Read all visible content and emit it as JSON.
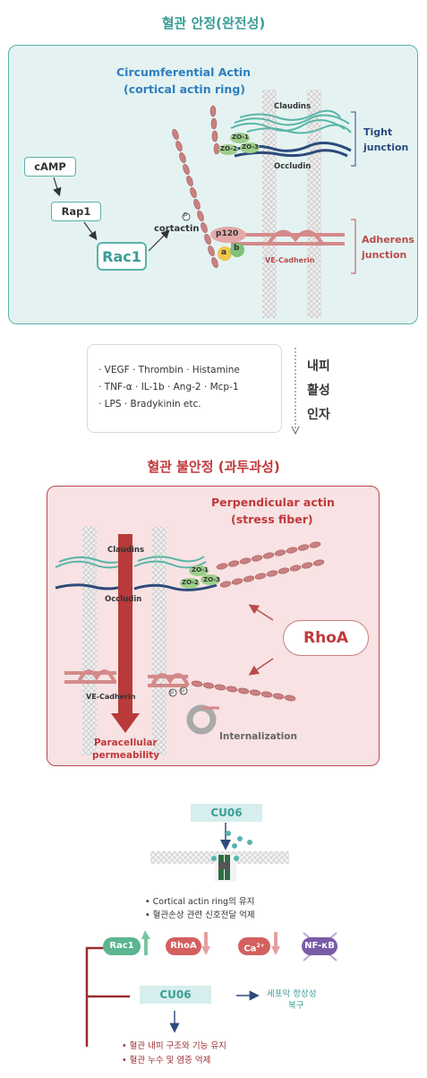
{
  "top": {
    "title": "혈관 안정(완전성)",
    "actin_title_1": "Circumferential Actin",
    "actin_title_2": "(cortical actin ring)",
    "camp": "cAMP",
    "rap1": "Rap1",
    "rac1": "Rac1",
    "cortactin": "cortactin",
    "p": "p",
    "claudins": "Claudins",
    "zo1": "ZO-1",
    "zo2": "ZO-2",
    "zo3": "ZO-3",
    "occludin": "Occludin",
    "tight_1": "Tight",
    "tight_2": "junction",
    "p120": "p120",
    "alpha": "a",
    "beta": "b",
    "vecad": "VE-Cadherin",
    "adherens_1": "Adherens",
    "adherens_2": "junction"
  },
  "factors": {
    "line1": "· VEGF  · Thrombin  · Histamine",
    "line2": "· TNF-α  · IL-1b  · Ang-2  · Mcp-1",
    "line3": "· LPS  · Bradykinin  etc.",
    "side_1": "내피",
    "side_2": "활성",
    "side_3": "인자"
  },
  "mid": {
    "title": "혈관 불안정 (과투과성)",
    "actin_title_1": "Perpendicular  actin",
    "actin_title_2": "(stress fiber)",
    "claudins": "Claudins",
    "zo1": "ZO-1",
    "zo2": "ZO-2",
    "zo3": "ZO-3",
    "occludin": "Occludin",
    "rhoa": "RhoA",
    "vecad": "VE-Cadherin",
    "p": "p",
    "internalization": "Internalization",
    "para_1": "Paracellular",
    "para_2": "permeability"
  },
  "bottom": {
    "cu06_top": "CU06",
    "bullet1": "• Cortical actin ring의 유지",
    "bullet2": "• 혈관손상 관련 신호전달 억제",
    "rac1": "Rac1",
    "rhoa": "RhoA",
    "ca": "Ca",
    "ca_sup": "2+",
    "nfkb": "NF-κB",
    "cu06_mid": "CU06",
    "side_1": "세포막 항상성",
    "side_2": "복구",
    "out1": "• 혈관 내피 구조와 기능 유지",
    "out2": "• 혈관 누수 및 염증 억제"
  },
  "colors": {
    "teal": "#3a9e96",
    "red": "#c0393b",
    "navy": "#2c4a7c",
    "actin": "#c98080",
    "green": "#5bb58f",
    "purple": "#7a5ba8"
  }
}
